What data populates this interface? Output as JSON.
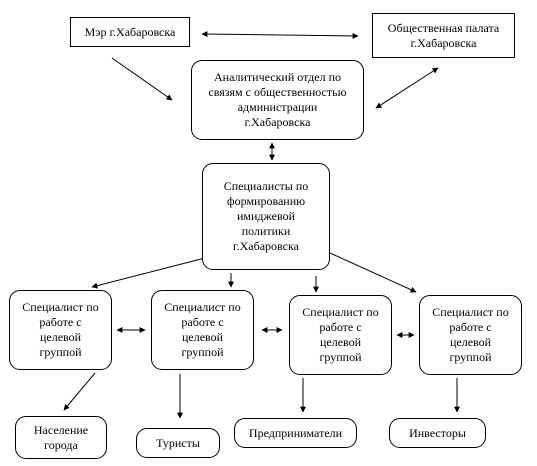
{
  "nodes": {
    "mayor": "Мэр г.Хабаровска",
    "chamber": "Общественная палата\nг.Хабаровска",
    "analytic": "Аналитический отдел по\nсвязям с общественностью\nадминистрации\nг.Хабаровска",
    "image": "Специалисты по\nформированию\nимиджевой\nполитики\nг.Хабаровска",
    "spec1": "Специалист по\nработе с\nцелевой\nгруппой",
    "spec2": "Специалист по\nработе с\nцелевой\nгруппой",
    "spec3": "Специалист по\nработе с\nцелевой\nгруппой",
    "spec4": "Специалист по\nработе с\nцелевой\nгруппой",
    "population": "Население\nгорода",
    "tourists": "Туристы",
    "entrepreneurs": "Предприниматели",
    "investors": "Инвесторы"
  },
  "edges": [
    {
      "from": "mayor",
      "to": "chamber",
      "arrows": "both"
    },
    {
      "from": "mayor",
      "to": "analytic",
      "arrows": "end"
    },
    {
      "from": "analytic",
      "to": "chamber",
      "arrows": "both"
    },
    {
      "from": "analytic",
      "to": "image",
      "arrows": "both"
    },
    {
      "from": "image",
      "to": "spec1",
      "arrows": "end"
    },
    {
      "from": "image",
      "to": "spec2",
      "arrows": "end"
    },
    {
      "from": "image",
      "to": "spec3",
      "arrows": "end"
    },
    {
      "from": "image",
      "to": "spec4",
      "arrows": "end"
    },
    {
      "from": "spec1",
      "to": "spec2",
      "arrows": "both"
    },
    {
      "from": "spec2",
      "to": "spec3",
      "arrows": "both"
    },
    {
      "from": "spec3",
      "to": "spec4",
      "arrows": "both"
    },
    {
      "from": "spec1",
      "to": "population",
      "arrows": "end"
    },
    {
      "from": "spec2",
      "to": "tourists",
      "arrows": "end"
    },
    {
      "from": "spec3",
      "to": "entrepreneurs",
      "arrows": "end"
    },
    {
      "from": "spec4",
      "to": "investors",
      "arrows": "end"
    }
  ]
}
